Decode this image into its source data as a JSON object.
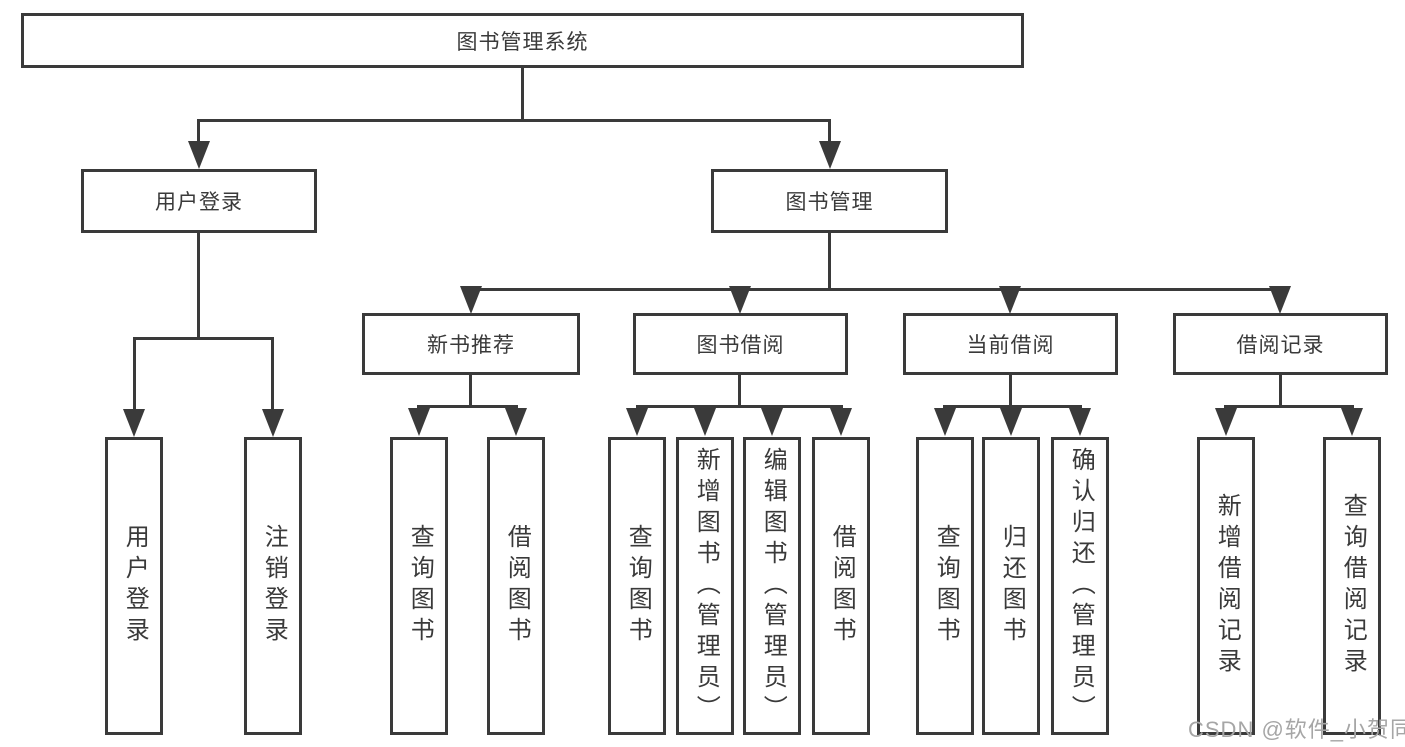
{
  "diagram": {
    "title_note": "library management system functional structure chart",
    "root": {
      "label": "图书管理系统"
    },
    "level2": [
      {
        "label": "用户登录"
      },
      {
        "label": "图书管理"
      }
    ],
    "level3": [
      {
        "label": "新书推荐",
        "parent": "图书管理"
      },
      {
        "label": "图书借阅",
        "parent": "图书管理"
      },
      {
        "label": "当前借阅",
        "parent": "图书管理"
      },
      {
        "label": "借阅记录",
        "parent": "图书管理"
      }
    ],
    "leaves": [
      {
        "label": "用户登录",
        "parent": "用户登录"
      },
      {
        "label": "注销登录",
        "parent": "用户登录"
      },
      {
        "label": "查询图书",
        "parent": "新书推荐"
      },
      {
        "label": "借阅图书",
        "parent": "新书推荐"
      },
      {
        "label": "查询图书",
        "parent": "图书借阅"
      },
      {
        "label": "新增图书（管理员）",
        "parent": "图书借阅"
      },
      {
        "label": "编辑图书（管理员）",
        "parent": "图书借阅"
      },
      {
        "label": "借阅图书",
        "parent": "图书借阅"
      },
      {
        "label": "查询图书",
        "parent": "当前借阅"
      },
      {
        "label": "归还图书",
        "parent": "当前借阅"
      },
      {
        "label": "确认归还（管理员）",
        "parent": "当前借阅"
      },
      {
        "label": "新增借阅记录",
        "parent": "借阅记录"
      },
      {
        "label": "查询借阅记录",
        "parent": "借阅记录"
      }
    ]
  },
  "watermark": {
    "text": "CSDN @软件_小贺同学",
    "color": "#a6a6a6"
  },
  "colors": {
    "line": "#3a3a3a",
    "text": "#3a3a3a",
    "background": "#ffffff"
  }
}
